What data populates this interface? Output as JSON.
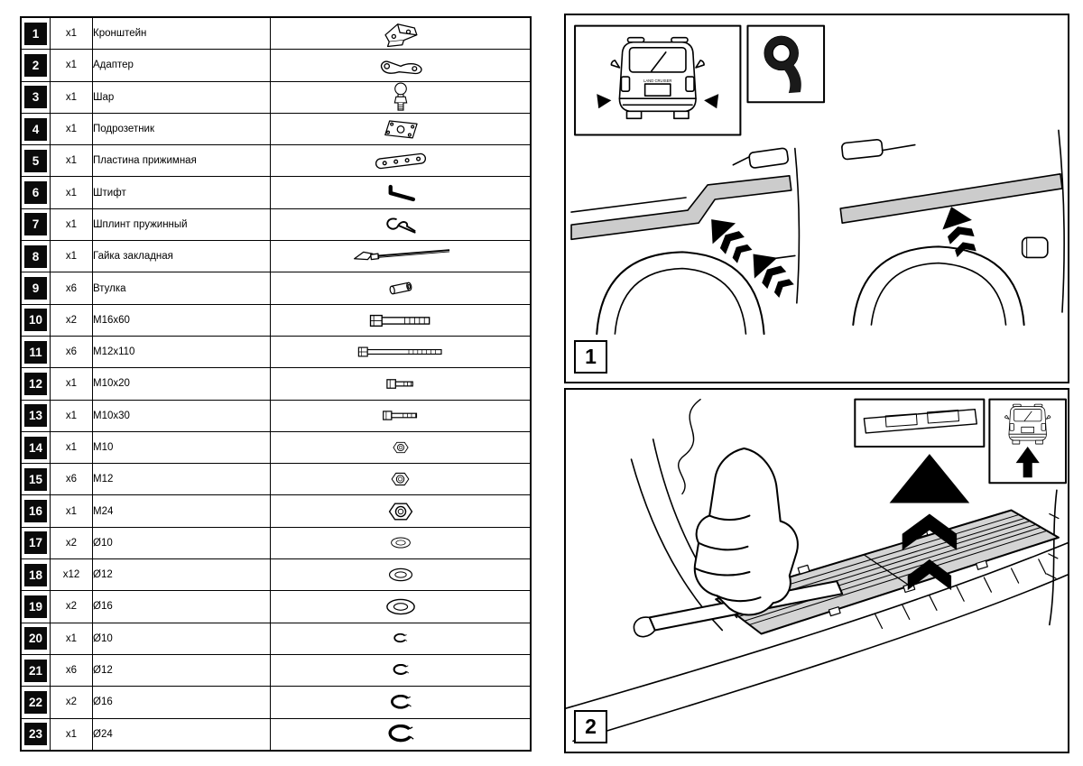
{
  "parts": [
    {
      "num": "1",
      "qty": "x1",
      "name": "Кронштейн",
      "icon": "bracket-icon"
    },
    {
      "num": "2",
      "qty": "x1",
      "name": "Адаптер",
      "icon": "adapter-icon"
    },
    {
      "num": "3",
      "qty": "x1",
      "name": "Шар",
      "icon": "towball-icon"
    },
    {
      "num": "4",
      "qty": "x1",
      "name": "Подрозетник",
      "icon": "socket-plate-icon"
    },
    {
      "num": "5",
      "qty": "x1",
      "name": "Пластина прижимная",
      "icon": "clamp-plate-icon"
    },
    {
      "num": "6",
      "qty": "x1",
      "name": "Штифт",
      "icon": "pin-icon"
    },
    {
      "num": "7",
      "qty": "x1",
      "name": "Шплинт пружинный",
      "icon": "spring-cotter-icon"
    },
    {
      "num": "8",
      "qty": "x1",
      "name": "Гайка закладная",
      "icon": "captive-nut-icon"
    },
    {
      "num": "9",
      "qty": "x6",
      "name": "Втулка",
      "icon": "bushing-icon"
    },
    {
      "num": "10",
      "qty": "x2",
      "name": "M16x60",
      "icon": "bolt-m16x60-icon"
    },
    {
      "num": "11",
      "qty": "x6",
      "name": "M12x110",
      "icon": "bolt-m12x110-icon"
    },
    {
      "num": "12",
      "qty": "x1",
      "name": "M10x20",
      "icon": "bolt-m10x20-icon"
    },
    {
      "num": "13",
      "qty": "x1",
      "name": "M10x30",
      "icon": "bolt-m10x30-icon"
    },
    {
      "num": "14",
      "qty": "x1",
      "name": "M10",
      "icon": "nut-m10-icon"
    },
    {
      "num": "15",
      "qty": "x6",
      "name": "M12",
      "icon": "nut-m12-icon"
    },
    {
      "num": "16",
      "qty": "x1",
      "name": "M24",
      "icon": "nut-m24-icon"
    },
    {
      "num": "17",
      "qty": "x2",
      "name": "Ø10",
      "icon": "washer-10-icon"
    },
    {
      "num": "18",
      "qty": "x12",
      "name": "Ø12",
      "icon": "washer-12-icon"
    },
    {
      "num": "19",
      "qty": "x2",
      "name": "Ø16",
      "icon": "washer-16-icon"
    },
    {
      "num": "20",
      "qty": "x1",
      "name": "Ø10",
      "icon": "spring-washer-10-icon"
    },
    {
      "num": "21",
      "qty": "x6",
      "name": "Ø12",
      "icon": "spring-washer-12-icon"
    },
    {
      "num": "22",
      "qty": "x2",
      "name": "Ø16",
      "icon": "spring-washer-16-icon"
    },
    {
      "num": "23",
      "qty": "x1",
      "name": "Ø24",
      "icon": "spring-washer-24-icon"
    }
  ],
  "steps": [
    {
      "number": "1"
    },
    {
      "number": "2"
    }
  ],
  "panel1": {
    "car_label": "LAND CRUISER"
  },
  "colors": {
    "line": "#000000",
    "strip_gray": "#cccccc",
    "plate_gray": "#d4d4d4",
    "badge_bg": "#0a0a0a"
  }
}
